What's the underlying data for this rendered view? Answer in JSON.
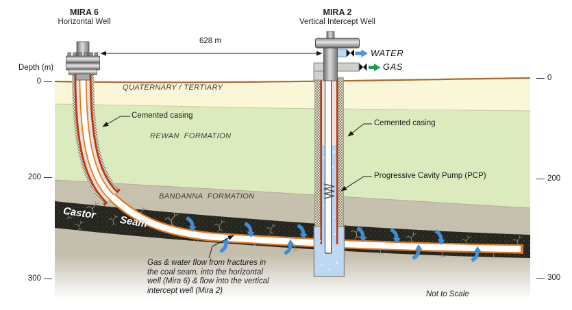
{
  "diagram": {
    "wells": {
      "mira6": {
        "name": "MIRA 6",
        "type": "Horizontal Well"
      },
      "mira2": {
        "name": "MIRA 2",
        "type": "Vertical Intercept Well"
      }
    },
    "distance_label": "628 m",
    "depth_axis": {
      "title": "Depth (m)",
      "ticks": [
        "0",
        "200",
        "300"
      ]
    },
    "formations": {
      "quaternary": "QUATERNARY / TERTIARY",
      "rewan": "REWAN  FORMATION",
      "bandanna": "BANDANNA  FORMATION",
      "seam_word1": "Castor",
      "seam_word2": "Seam"
    },
    "labels": {
      "cemented_casing_left": "Cemented casing",
      "cemented_casing_right": "Cemented casing",
      "pcp": "Progressive Cavity Pump (PCP)",
      "water": "WATER",
      "gas": "GAS",
      "not_to_scale": "Not to Scale",
      "flow_note_lines": [
        "Gas & water flow from fractures in",
        "the coal seam, into the horizontal",
        "well (Mira 6) & flow into the vertical",
        "intercept well (Mira 2)"
      ]
    },
    "colors": {
      "quaternary_layer": "#faf6d8",
      "rewan_layer": "#dcebbe",
      "bandanna_layer": "#c7c1af",
      "coal_seam": "#262620",
      "surface_line": "#a8692b",
      "casing_red": "#c23410",
      "bore_orange": "#e07820",
      "water_blue": "#b7d4ee",
      "flow_arrow_blue": "#3f8fd6",
      "water_arrow": "#4a97dd",
      "gas_arrow": "#1f9d55"
    }
  }
}
